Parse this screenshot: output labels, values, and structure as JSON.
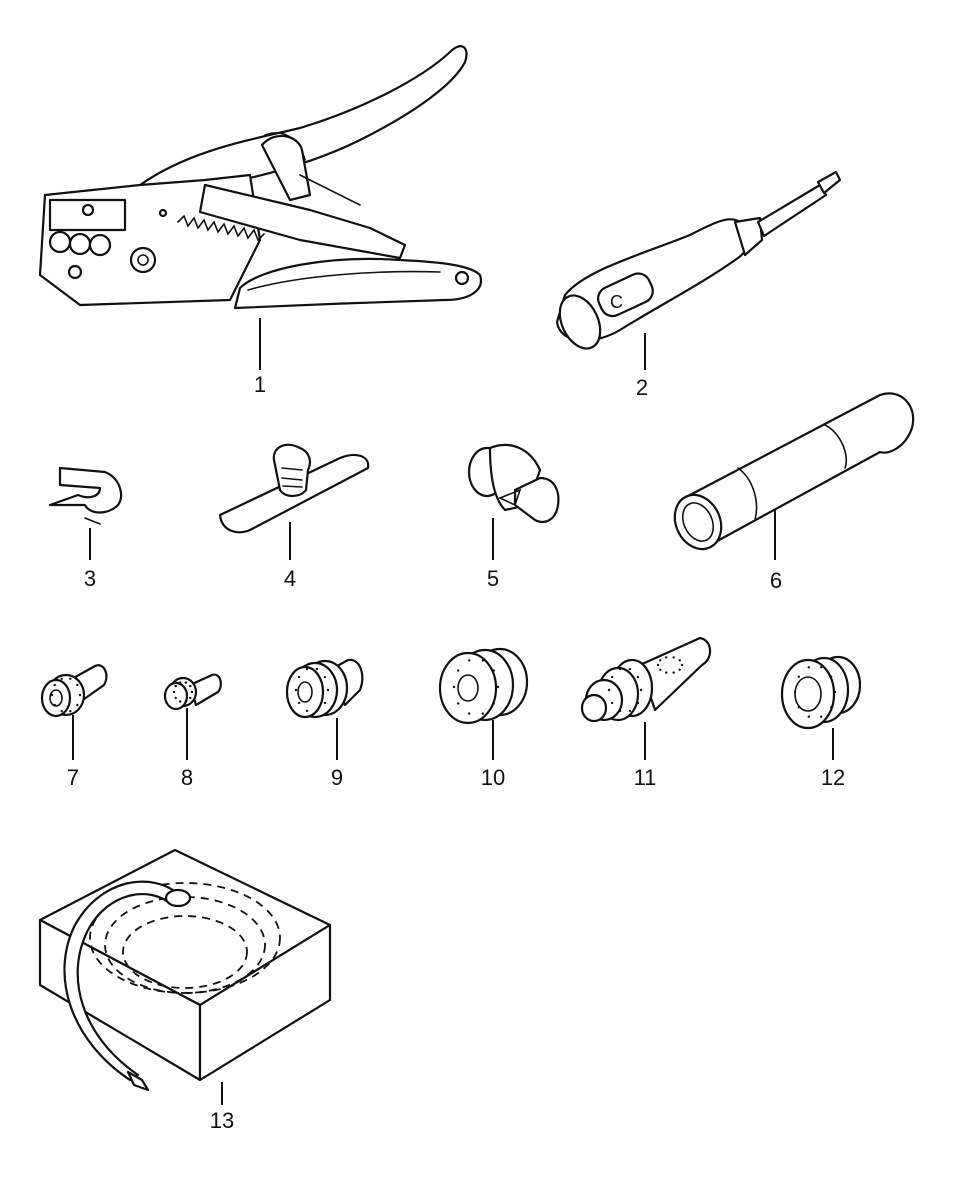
{
  "callouts": [
    {
      "id": "1",
      "label": "1"
    },
    {
      "id": "2",
      "label": "2"
    },
    {
      "id": "3",
      "label": "3"
    },
    {
      "id": "4",
      "label": "4"
    },
    {
      "id": "5",
      "label": "5"
    },
    {
      "id": "6",
      "label": "6"
    },
    {
      "id": "7",
      "label": "7"
    },
    {
      "id": "8",
      "label": "8"
    },
    {
      "id": "9",
      "label": "9"
    },
    {
      "id": "10",
      "label": "10"
    },
    {
      "id": "11",
      "label": "11"
    },
    {
      "id": "12",
      "label": "12"
    },
    {
      "id": "13",
      "label": "13"
    }
  ],
  "screwdriver": {
    "handle_mark": "C"
  },
  "colors": {
    "line": "#111111",
    "background": "#ffffff"
  }
}
